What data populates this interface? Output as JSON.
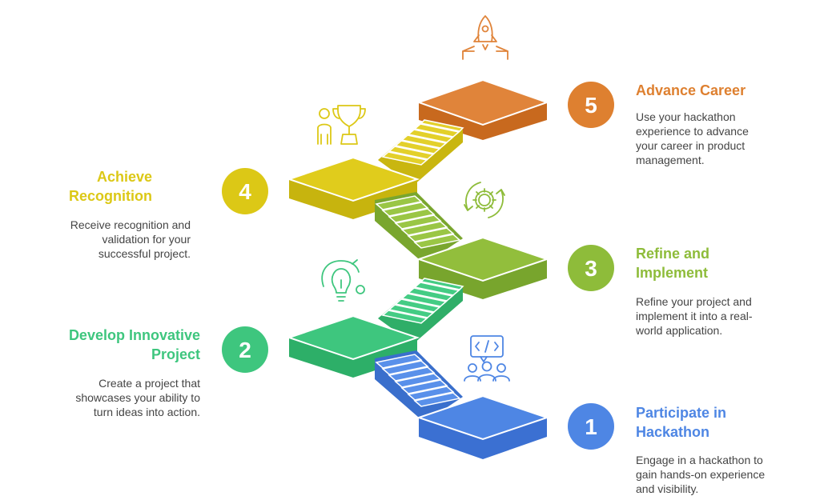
{
  "colors": {
    "step1": "#4E86E4",
    "step2": "#3EC67E",
    "step3": "#8EBC3A",
    "step4": "#DCC816",
    "step5": "#DE8030",
    "text": "#444444"
  },
  "steps": [
    {
      "number": "1",
      "title_line1": "Participate in",
      "title_line2": "Hackathon",
      "desc_line1": "Engage in a hackathon to",
      "desc_line2": "gain hands-on experience",
      "desc_line3": "and visibility.",
      "icon": "team-coding-icon"
    },
    {
      "number": "2",
      "title_line1": "Develop Innovative",
      "title_line2": "Project",
      "desc_line1": "Create a project that",
      "desc_line2": "showcases your ability to",
      "desc_line3": "turn ideas into action.",
      "icon": "lightbulb-icon"
    },
    {
      "number": "3",
      "title_line1": "Refine and",
      "title_line2": "Implement",
      "desc_line1": "Refine your project and",
      "desc_line2": "implement it into a real-",
      "desc_line3": "world application.",
      "icon": "gear-cycle-icon"
    },
    {
      "number": "4",
      "title_line1": "Achieve",
      "title_line2": "Recognition",
      "desc_line1": "Receive recognition and",
      "desc_line2": "validation for your",
      "desc_line3": "successful project.",
      "icon": "trophy-person-icon"
    },
    {
      "number": "5",
      "title_line1": "Advance Career",
      "title_line2": "",
      "desc_line1": "Use your hackathon",
      "desc_line2": "experience to advance",
      "desc_line3": "your career in product",
      "desc_line4": "management.",
      "icon": "rocket-icon"
    }
  ]
}
